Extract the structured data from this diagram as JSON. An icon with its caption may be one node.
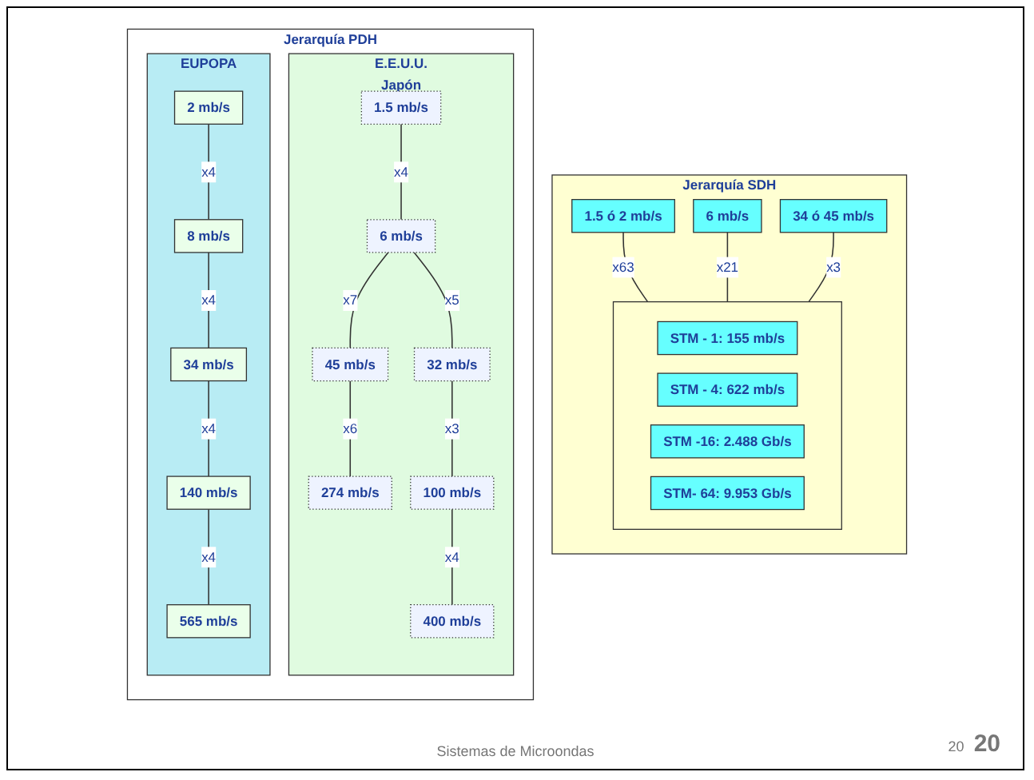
{
  "diagram": {
    "caption": "Sistemas de Microondas",
    "nodes": [
      {
        "text": [
          "Jerarquía PDH"
        ]
      },
      {
        "text": [
          "EUPOPA"
        ],
        "in": 0
      },
      {
        "text": [
          "2 mb/s"
        ],
        "in": 1
      },
      {
        "text": [
          "8 mb/s"
        ],
        "in": 1
      },
      {
        "text": [
          "34 mb/s"
        ],
        "in": 1
      },
      {
        "text": [
          "140 mb/s"
        ],
        "in": 1
      },
      {
        "text": [
          "565 mb/s"
        ],
        "in": 1
      },
      {
        "text": [
          "E.E.U.U.",
          "Japón"
        ],
        "in": 0
      },
      {
        "text": [
          "1.5 mb/s"
        ],
        "in": 7
      },
      {
        "text": [
          "6 mb/s"
        ],
        "in": 7
      },
      {
        "text": [
          "45 mb/s"
        ],
        "in": 7
      },
      {
        "text": [
          "32 mb/s"
        ],
        "in": 7
      },
      {
        "text": [
          "274 mb/s"
        ],
        "in": 7
      },
      {
        "text": [
          "100 mb/s"
        ],
        "in": 7
      },
      {
        "text": [
          "400 mb/s"
        ],
        "in": 7
      },
      {
        "text": [
          "Jerarquía SDH"
        ]
      },
      {
        "text": [
          "1.5 ó 2 mb/s"
        ],
        "in": 15
      },
      {
        "text": [
          "6 mb/s"
        ],
        "in": 15
      },
      {
        "text": [
          "34 ó 45 mb/s"
        ],
        "in": 15
      },
      {
        "text": [],
        "shape": "box",
        "in": 15
      },
      {
        "text": [
          "STM - 1: 155 mb/s"
        ],
        "in": 19
      },
      {
        "text": [
          "STM - 4: 622 mb/s"
        ],
        "in": 19
      },
      {
        "text": [
          "STM -16: 2.488 Gb/s"
        ],
        "in": 19
      },
      {
        "text": [
          "STM- 64: 9.953 Gb/s"
        ],
        "in": 19
      }
    ],
    "edges": [
      {
        "from": 2,
        "to": 3,
        "arrow": "none",
        "label": "x4"
      },
      {
        "from": 3,
        "to": 4,
        "arrow": "none",
        "label": "x4"
      },
      {
        "from": 4,
        "to": 5,
        "arrow": "none",
        "label": "x4"
      },
      {
        "from": 5,
        "to": 6,
        "arrow": "none",
        "label": "x4"
      },
      {
        "from": 8,
        "to": 9,
        "arrow": "none",
        "label": "x4"
      },
      {
        "from": 9,
        "to": 10,
        "arrow": "none",
        "label": "x7"
      },
      {
        "from": 9,
        "to": 11,
        "arrow": "none",
        "label": "x5"
      },
      {
        "from": 10,
        "to": 12,
        "arrow": "none",
        "label": "x6"
      },
      {
        "from": 11,
        "to": 13,
        "arrow": "none",
        "label": "x3"
      },
      {
        "from": 13,
        "to": 14,
        "arrow": "none",
        "label": "x4"
      },
      {
        "from": 16,
        "to": 19,
        "arrow": "none",
        "label": "x63"
      },
      {
        "from": 17,
        "to": 19,
        "arrow": "none",
        "label": "x21"
      },
      {
        "from": 18,
        "to": 19,
        "arrow": "none",
        "label": "x3"
      }
    ],
    "labels": [
      "20",
      "20"
    ]
  }
}
